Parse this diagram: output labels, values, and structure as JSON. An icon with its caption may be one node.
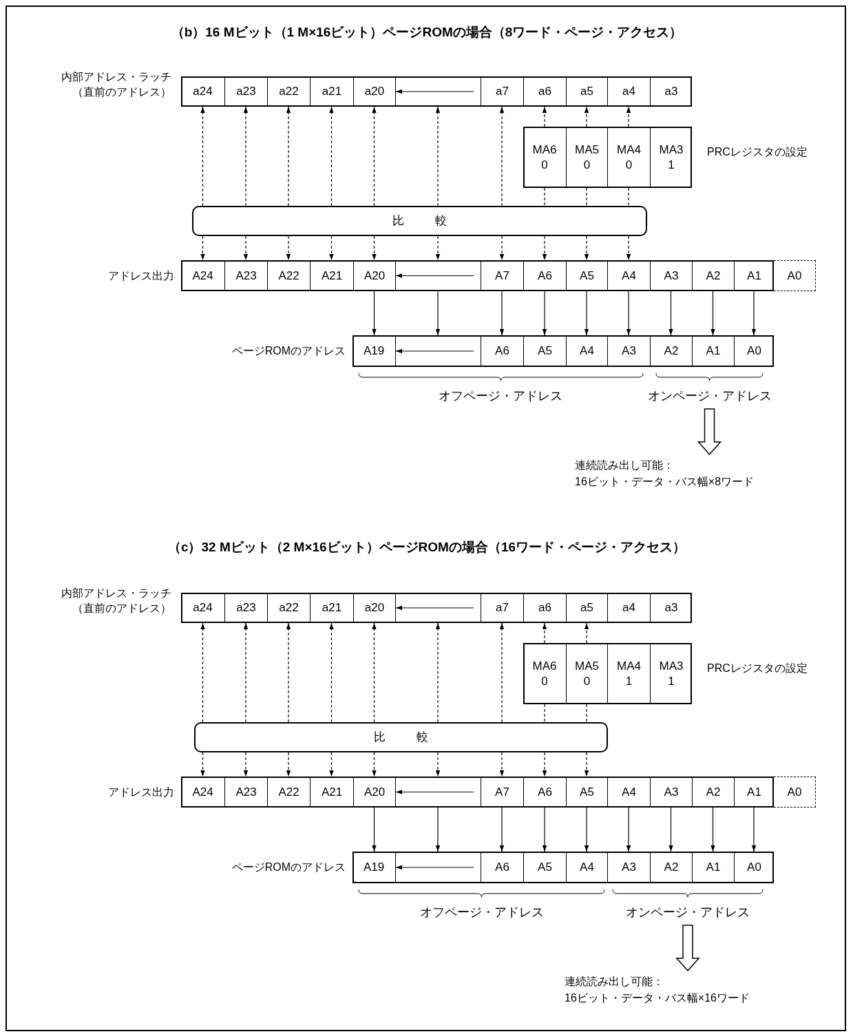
{
  "diagram": {
    "nodes": [
      {
        "text": [
          "内部アドレス・ラッチ（直前のアドレス）"
        ]
      },
      {
        "text": [
          "a24"
        ],
        "in": 0
      },
      {
        "text": [
          "a23"
        ],
        "in": 0
      },
      {
        "text": [
          "a22"
        ],
        "in": 0
      },
      {
        "text": [
          "a21"
        ],
        "in": 0
      },
      {
        "text": [
          "a20"
        ],
        "in": 0
      },
      {
        "text": [],
        "shape": "box",
        "in": 0
      },
      {
        "text": [
          "a7"
        ],
        "in": 0
      },
      {
        "text": [
          "a6"
        ],
        "in": 0
      },
      {
        "text": [
          "a5"
        ],
        "in": 0
      },
      {
        "text": [
          "a4"
        ],
        "in": 0
      },
      {
        "text": [
          "a3"
        ],
        "in": 0
      },
      {
        "text": [
          "PRCレジスタの設定"
        ]
      },
      {
        "text": [
          "MA6",
          "0"
        ],
        "in": 12
      },
      {
        "text": [
          "MA5",
          "0"
        ],
        "in": 12
      },
      {
        "text": [
          "MA4",
          "0"
        ],
        "in": 12
      },
      {
        "text": [
          "MA3",
          "1"
        ],
        "in": 12
      },
      {
        "text": [
          "比較"
        ]
      },
      {
        "text": [
          "アドレス出力"
        ]
      },
      {
        "text": [
          "A24"
        ],
        "in": 18
      },
      {
        "text": [
          "A23"
        ],
        "in": 18
      },
      {
        "text": [
          "A22"
        ],
        "in": 18
      },
      {
        "text": [
          "A21"
        ],
        "in": 18
      },
      {
        "text": [
          "A20"
        ],
        "in": 18
      },
      {
        "text": [],
        "shape": "box",
        "in": 18
      },
      {
        "text": [
          "A7"
        ],
        "in": 18
      },
      {
        "text": [
          "A6"
        ],
        "in": 18
      },
      {
        "text": [
          "A5"
        ],
        "in": 18
      },
      {
        "text": [
          "A4"
        ],
        "in": 18
      },
      {
        "text": [
          "A3"
        ],
        "in": 18
      },
      {
        "text": [
          "A2"
        ],
        "in": 18
      },
      {
        "text": [
          "A1"
        ],
        "in": 18
      },
      {
        "text": [
          "A0"
        ]
      },
      {
        "text": [
          "ページROMのアドレス"
        ]
      },
      {
        "text": [
          "A19"
        ],
        "in": 33
      },
      {
        "text": [],
        "shape": "box",
        "in": 33
      },
      {
        "text": [
          "A6"
        ],
        "in": 33
      },
      {
        "text": [
          "A5"
        ],
        "in": 33
      },
      {
        "text": [
          "A4"
        ],
        "in": 33
      },
      {
        "text": [
          "A3"
        ],
        "in": 33
      },
      {
        "text": [
          "A2"
        ],
        "in": 33
      },
      {
        "text": [
          "A1"
        ],
        "in": 33
      },
      {
        "text": [
          "A0"
        ],
        "in": 33
      },
      {
        "text": [
          "オンページ・アドレス"
        ]
      },
      {
        "text": [
          "連続読み出し可能：",
          "16ビット・データ・バス幅×8ワード"
        ]
      },
      {
        "text": [
          "内部アドレス・ラッチ（直前のアドレス）"
        ]
      },
      {
        "text": [
          "a24"
        ],
        "in": 45
      },
      {
        "text": [
          "a23"
        ],
        "in": 45
      },
      {
        "text": [
          "a22"
        ],
        "in": 45
      },
      {
        "text": [
          "a21"
        ],
        "in": 45
      },
      {
        "text": [
          "a20"
        ],
        "in": 45
      },
      {
        "text": [],
        "shape": "box",
        "in": 45
      },
      {
        "text": [
          "a7"
        ],
        "in": 45
      },
      {
        "text": [
          "a6"
        ],
        "in": 45
      },
      {
        "text": [
          "a5"
        ],
        "in": 45
      },
      {
        "text": [
          "a4"
        ],
        "in": 45
      },
      {
        "text": [
          "a3"
        ],
        "in": 45
      },
      {
        "text": [
          "PRCレジスタの設定"
        ]
      },
      {
        "text": [
          "MA6",
          "0"
        ],
        "in": 57
      },
      {
        "text": [
          "MA5",
          "0"
        ],
        "in": 57
      },
      {
        "text": [
          "MA4",
          "1"
        ],
        "in": 57
      },
      {
        "text": [
          "MA3",
          "1"
        ],
        "in": 57
      },
      {
        "text": [
          "比較"
        ]
      },
      {
        "text": [
          "アドレス出力"
        ]
      },
      {
        "text": [
          "A24"
        ],
        "in": 63
      },
      {
        "text": [
          "A23"
        ],
        "in": 63
      },
      {
        "text": [
          "A22"
        ],
        "in": 63
      },
      {
        "text": [
          "A21"
        ],
        "in": 63
      },
      {
        "text": [
          "A20"
        ],
        "in": 63
      },
      {
        "text": [],
        "shape": "box",
        "in": 63
      },
      {
        "text": [
          "A7"
        ],
        "in": 63
      },
      {
        "text": [
          "A6"
        ],
        "in": 63
      },
      {
        "text": [
          "A5"
        ],
        "in": 63
      },
      {
        "text": [
          "A4"
        ],
        "in": 63
      },
      {
        "text": [
          "A3"
        ],
        "in": 63
      },
      {
        "text": [
          "A2"
        ],
        "in": 63
      },
      {
        "text": [
          "A1"
        ],
        "in": 63
      },
      {
        "text": [
          "A0"
        ]
      },
      {
        "text": [
          "ページROMのアドレス"
        ]
      },
      {
        "text": [
          "A19"
        ],
        "in": 78
      },
      {
        "text": [],
        "shape": "box",
        "in": 78
      },
      {
        "text": [
          "A6"
        ],
        "in": 78
      },
      {
        "text": [
          "A5"
        ],
        "in": 78
      },
      {
        "text": [
          "A4"
        ],
        "in": 78
      },
      {
        "text": [
          "A3"
        ],
        "in": 78
      },
      {
        "text": [
          "A2"
        ],
        "in": 78
      },
      {
        "text": [
          "A1"
        ],
        "in": 78
      },
      {
        "text": [
          "A0"
        ],
        "in": 78
      },
      {
        "text": [
          "オンページ・アドレス"
        ]
      },
      {
        "text": [
          "連続読み出し可能：",
          "16ビット・データ・バス幅×16ワード"
        ]
      }
    ],
    "edges": [
      {
        "from": 17,
        "to": 1,
        "arrow": "to",
        "style": "dashed"
      },
      {
        "from": 17,
        "to": 19,
        "arrow": "to",
        "style": "dashed"
      },
      {
        "from": 17,
        "to": 2,
        "arrow": "to",
        "style": "dashed"
      },
      {
        "from": 17,
        "to": 20,
        "arrow": "to",
        "style": "dashed"
      },
      {
        "from": 17,
        "to": 3,
        "arrow": "to",
        "style": "dashed"
      },
      {
        "from": 17,
        "to": 21,
        "arrow": "to",
        "style": "dashed"
      },
      {
        "from": 17,
        "to": 4,
        "arrow": "to",
        "style": "dashed"
      },
      {
        "from": 17,
        "to": 22,
        "arrow": "to",
        "style": "dashed"
      },
      {
        "from": 17,
        "to": 5,
        "arrow": "to",
        "style": "dashed"
      },
      {
        "from": 17,
        "to": 23,
        "arrow": "to",
        "style": "dashed"
      },
      {
        "from": 17,
        "to": 6,
        "arrow": "to",
        "style": "dashed"
      },
      {
        "from": 17,
        "to": 24,
        "arrow": "to",
        "style": "dashed"
      },
      {
        "from": 17,
        "to": 7,
        "arrow": "to",
        "style": "dashed"
      },
      {
        "from": 17,
        "to": 25,
        "arrow": "to",
        "style": "dashed"
      },
      {
        "from": 13,
        "to": 8,
        "arrow": "to",
        "style": "dashed"
      },
      {
        "from": 13,
        "to": 17,
        "arrow": "none",
        "style": "dashed"
      },
      {
        "from": 17,
        "to": 26,
        "arrow": "to",
        "style": "dashed"
      },
      {
        "from": 14,
        "to": 9,
        "arrow": "to",
        "style": "dashed"
      },
      {
        "from": 14,
        "to": 17,
        "arrow": "none",
        "style": "dashed"
      },
      {
        "from": 17,
        "to": 27,
        "arrow": "to",
        "style": "dashed"
      },
      {
        "from": 15,
        "to": 10,
        "arrow": "to",
        "style": "dashed"
      },
      {
        "from": 15,
        "to": 17,
        "arrow": "none",
        "style": "dashed"
      },
      {
        "from": 17,
        "to": 28,
        "arrow": "to",
        "style": "dashed"
      },
      {
        "from": 23,
        "to": 34,
        "arrow": "to"
      },
      {
        "from": 24,
        "to": 35,
        "arrow": "to"
      },
      {
        "from": 25,
        "to": 36,
        "arrow": "to"
      },
      {
        "from": 26,
        "to": 37,
        "arrow": "to"
      },
      {
        "from": 27,
        "to": 38,
        "arrow": "to"
      },
      {
        "from": 28,
        "to": 39,
        "arrow": "to"
      },
      {
        "from": 29,
        "to": 40,
        "arrow": "to"
      },
      {
        "from": 30,
        "to": 41,
        "arrow": "to"
      },
      {
        "from": 31,
        "to": 42,
        "arrow": "to"
      },
      {
        "from": 43,
        "to": 44,
        "arrow": "to",
        "style": "thick"
      },
      {
        "from": 6,
        "to": 5,
        "arrow": "to"
      },
      {
        "from": 24,
        "to": 23,
        "arrow": "to"
      },
      {
        "from": 35,
        "to": 34,
        "arrow": "to"
      },
      {
        "from": 62,
        "to": 46,
        "arrow": "to",
        "style": "dashed"
      },
      {
        "from": 62,
        "to": 64,
        "arrow": "to",
        "style": "dashed"
      },
      {
        "from": 62,
        "to": 47,
        "arrow": "to",
        "style": "dashed"
      },
      {
        "from": 62,
        "to": 65,
        "arrow": "to",
        "style": "dashed"
      },
      {
        "from": 62,
        "to": 48,
        "arrow": "to",
        "style": "dashed"
      },
      {
        "from": 62,
        "to": 66,
        "arrow": "to",
        "style": "dashed"
      },
      {
        "from": 62,
        "to": 49,
        "arrow": "to",
        "style": "dashed"
      },
      {
        "from": 62,
        "to": 67,
        "arrow": "to",
        "style": "dashed"
      },
      {
        "from": 62,
        "to": 50,
        "arrow": "to",
        "style": "dashed"
      },
      {
        "from": 62,
        "to": 68,
        "arrow": "to",
        "style": "dashed"
      },
      {
        "from": 62,
        "to": 51,
        "arrow": "to",
        "style": "dashed"
      },
      {
        "from": 62,
        "to": 69,
        "arrow": "to",
        "style": "dashed"
      },
      {
        "from": 62,
        "to": 52,
        "arrow": "to",
        "style": "dashed"
      },
      {
        "from": 62,
        "to": 70,
        "arrow": "to",
        "style": "dashed"
      },
      {
        "from": 58,
        "to": 53,
        "arrow": "to",
        "style": "dashed"
      },
      {
        "from": 58,
        "to": 62,
        "arrow": "none",
        "style": "dashed"
      },
      {
        "from": 62,
        "to": 71,
        "arrow": "to",
        "style": "dashed"
      },
      {
        "from": 59,
        "to": 54,
        "arrow": "to",
        "style": "dashed"
      },
      {
        "from": 59,
        "to": 62,
        "arrow": "none",
        "style": "dashed"
      },
      {
        "from": 62,
        "to": 72,
        "arrow": "to",
        "style": "dashed"
      },
      {
        "from": 68,
        "to": 79,
        "arrow": "to"
      },
      {
        "from": 69,
        "to": 80,
        "arrow": "to"
      },
      {
        "from": 70,
        "to": 81,
        "arrow": "to"
      },
      {
        "from": 71,
        "to": 82,
        "arrow": "to"
      },
      {
        "from": 72,
        "to": 83,
        "arrow": "to"
      },
      {
        "from": 73,
        "to": 84,
        "arrow": "to"
      },
      {
        "from": 74,
        "to": 85,
        "arrow": "to"
      },
      {
        "from": 75,
        "to": 86,
        "arrow": "to"
      },
      {
        "from": 76,
        "to": 87,
        "arrow": "to"
      },
      {
        "from": 88,
        "to": 89,
        "arrow": "to",
        "style": "thick"
      },
      {
        "from": 51,
        "to": 50,
        "arrow": "to"
      },
      {
        "from": 69,
        "to": 68,
        "arrow": "to"
      },
      {
        "from": 80,
        "to": 79,
        "arrow": "to"
      }
    ],
    "labels": [
      "（b）16 Mビット（1 M×16ビット）ページROMの場合（8ワード・ページ・アクセス）",
      "オフページ・アドレス",
      "（c）32 Mビット（2 M×16ビット）ページROMの場合（16ワード・ページ・アクセス）",
      "オフページ・アドレス"
    ]
  }
}
